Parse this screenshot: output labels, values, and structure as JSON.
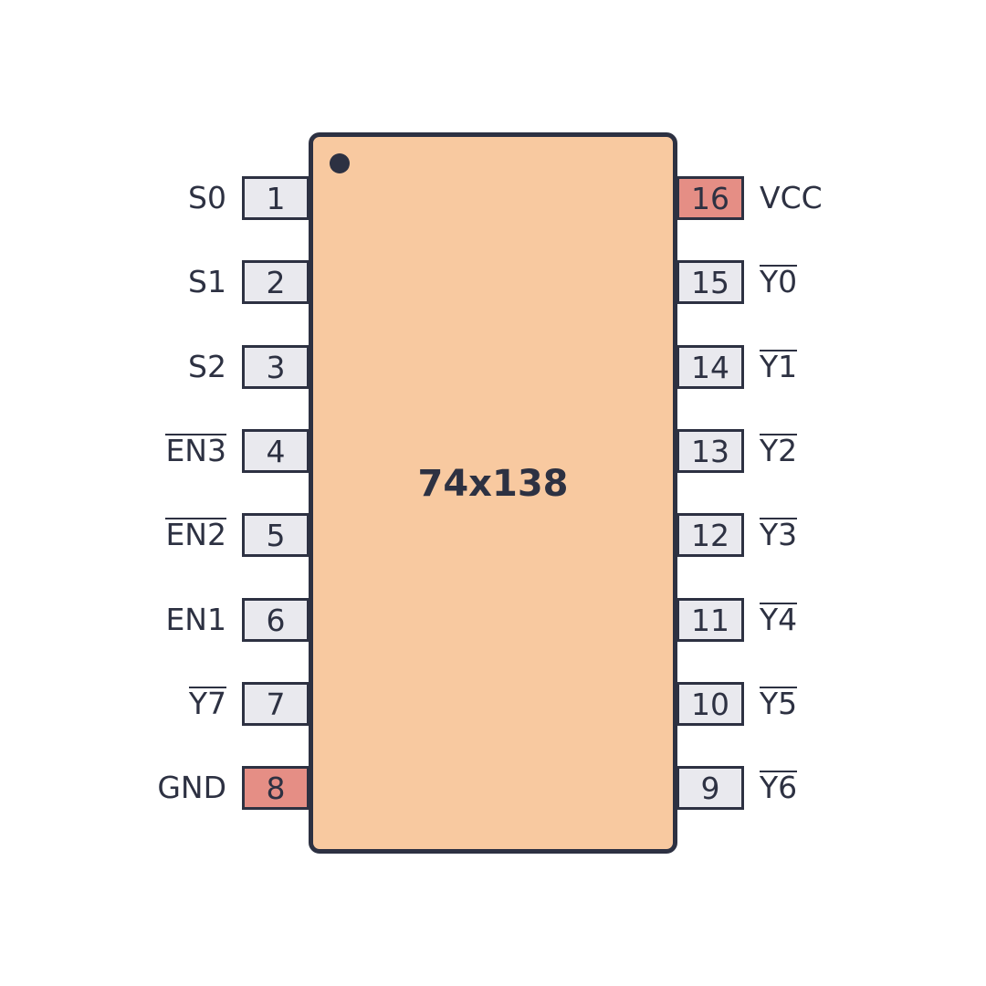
{
  "chip": {
    "name": "74x138",
    "body_color": "#f8c9a0",
    "outline_color": "#2d3142"
  },
  "colors": {
    "pin_default": "#e9e9ee",
    "pin_power": "#e58e85",
    "text": "#2d3142"
  },
  "pins": [
    {
      "number": "1",
      "label": "S0",
      "active_low": false,
      "power": false,
      "side": "left"
    },
    {
      "number": "2",
      "label": "S1",
      "active_low": false,
      "power": false,
      "side": "left"
    },
    {
      "number": "3",
      "label": "S2",
      "active_low": false,
      "power": false,
      "side": "left"
    },
    {
      "number": "4",
      "label": "EN3",
      "active_low": true,
      "power": false,
      "side": "left"
    },
    {
      "number": "5",
      "label": "EN2",
      "active_low": true,
      "power": false,
      "side": "left"
    },
    {
      "number": "6",
      "label": "EN1",
      "active_low": false,
      "power": false,
      "side": "left"
    },
    {
      "number": "7",
      "label": "Y7",
      "active_low": true,
      "power": false,
      "side": "left"
    },
    {
      "number": "8",
      "label": "GND",
      "active_low": false,
      "power": true,
      "side": "left"
    },
    {
      "number": "16",
      "label": "VCC",
      "active_low": false,
      "power": true,
      "side": "right"
    },
    {
      "number": "15",
      "label": "Y0",
      "active_low": true,
      "power": false,
      "side": "right"
    },
    {
      "number": "14",
      "label": "Y1",
      "active_low": true,
      "power": false,
      "side": "right"
    },
    {
      "number": "13",
      "label": "Y2",
      "active_low": true,
      "power": false,
      "side": "right"
    },
    {
      "number": "12",
      "label": "Y3",
      "active_low": true,
      "power": false,
      "side": "right"
    },
    {
      "number": "11",
      "label": "Y4",
      "active_low": true,
      "power": false,
      "side": "right"
    },
    {
      "number": "10",
      "label": "Y5",
      "active_low": true,
      "power": false,
      "side": "right"
    },
    {
      "number": "9",
      "label": "Y6",
      "active_low": true,
      "power": false,
      "side": "right"
    }
  ]
}
